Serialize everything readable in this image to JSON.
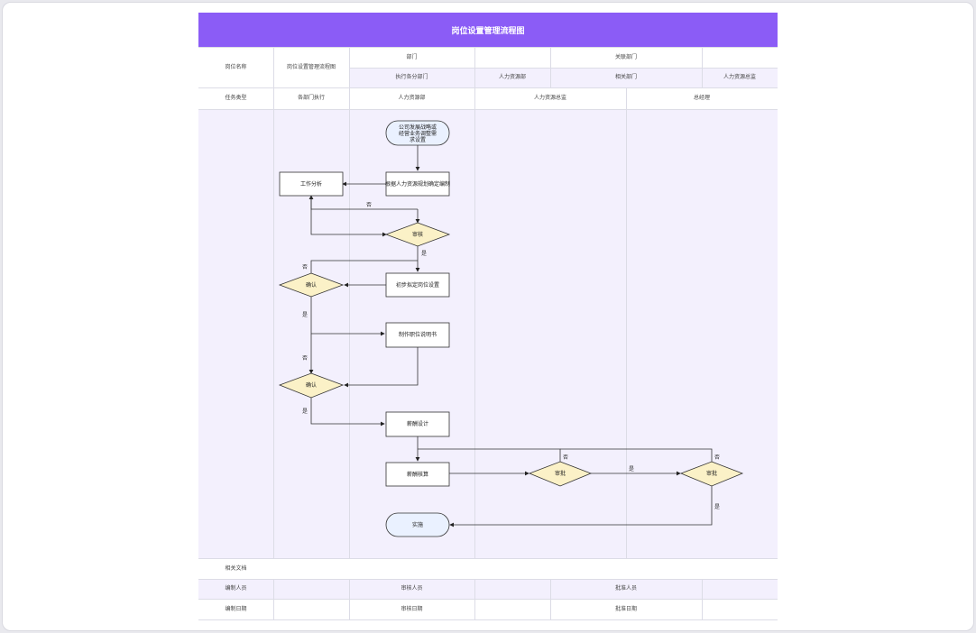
{
  "title": "岗位设置管理流程图",
  "header": {
    "post_name_label": "岗位名称",
    "post_name_value": "岗位设置管理流程图",
    "group1": "部门",
    "group2": "关联部门",
    "sub1": "执行各分部门",
    "sub2": "人力资源部",
    "sub3": "相关部门",
    "sub4": "人力资源总监",
    "row2_a": "任务类型",
    "row2_b": "各部门执行",
    "row2_c": "人力资源部",
    "row2_d": "人力资源总监",
    "row2_e": "总经理"
  },
  "nodes": {
    "start": [
      "公司发展战略或",
      "经营业务调整需",
      "求设置"
    ],
    "adjust": "根据人力资源规划确定编制",
    "job_analysis": "工作分析",
    "review1": "审核",
    "confirm1": "确认",
    "report": "初步拟定岗位设置",
    "organize": "制作职位说明书",
    "confirm2": "确认",
    "design": "薪酬设计",
    "prepare": "薪酬核算",
    "approve1": "审批",
    "approve2": "审批",
    "end": "实施"
  },
  "edge_labels": {
    "no1": "否",
    "yes1": "是",
    "no2": "否",
    "yes2": "是",
    "no3": "否",
    "yes3": "是",
    "no4": "否",
    "no5": "否",
    "yes_approve1": "是",
    "yes_approve2": "是"
  },
  "footer": {
    "related_docs": "相关文档",
    "prepared_by": "编制人员",
    "reviewed_by": "审核人员",
    "approved_by": "批准人员",
    "prepared_date": "编制日期",
    "reviewed_date": "审核日期",
    "approved_date": "批准日期"
  },
  "colors": {
    "accent": "#8b5cf6",
    "lane_bg": "#f3f0fd",
    "decision_fill": "#fbf1c7",
    "terminal_fill": "#eaf1ff"
  }
}
